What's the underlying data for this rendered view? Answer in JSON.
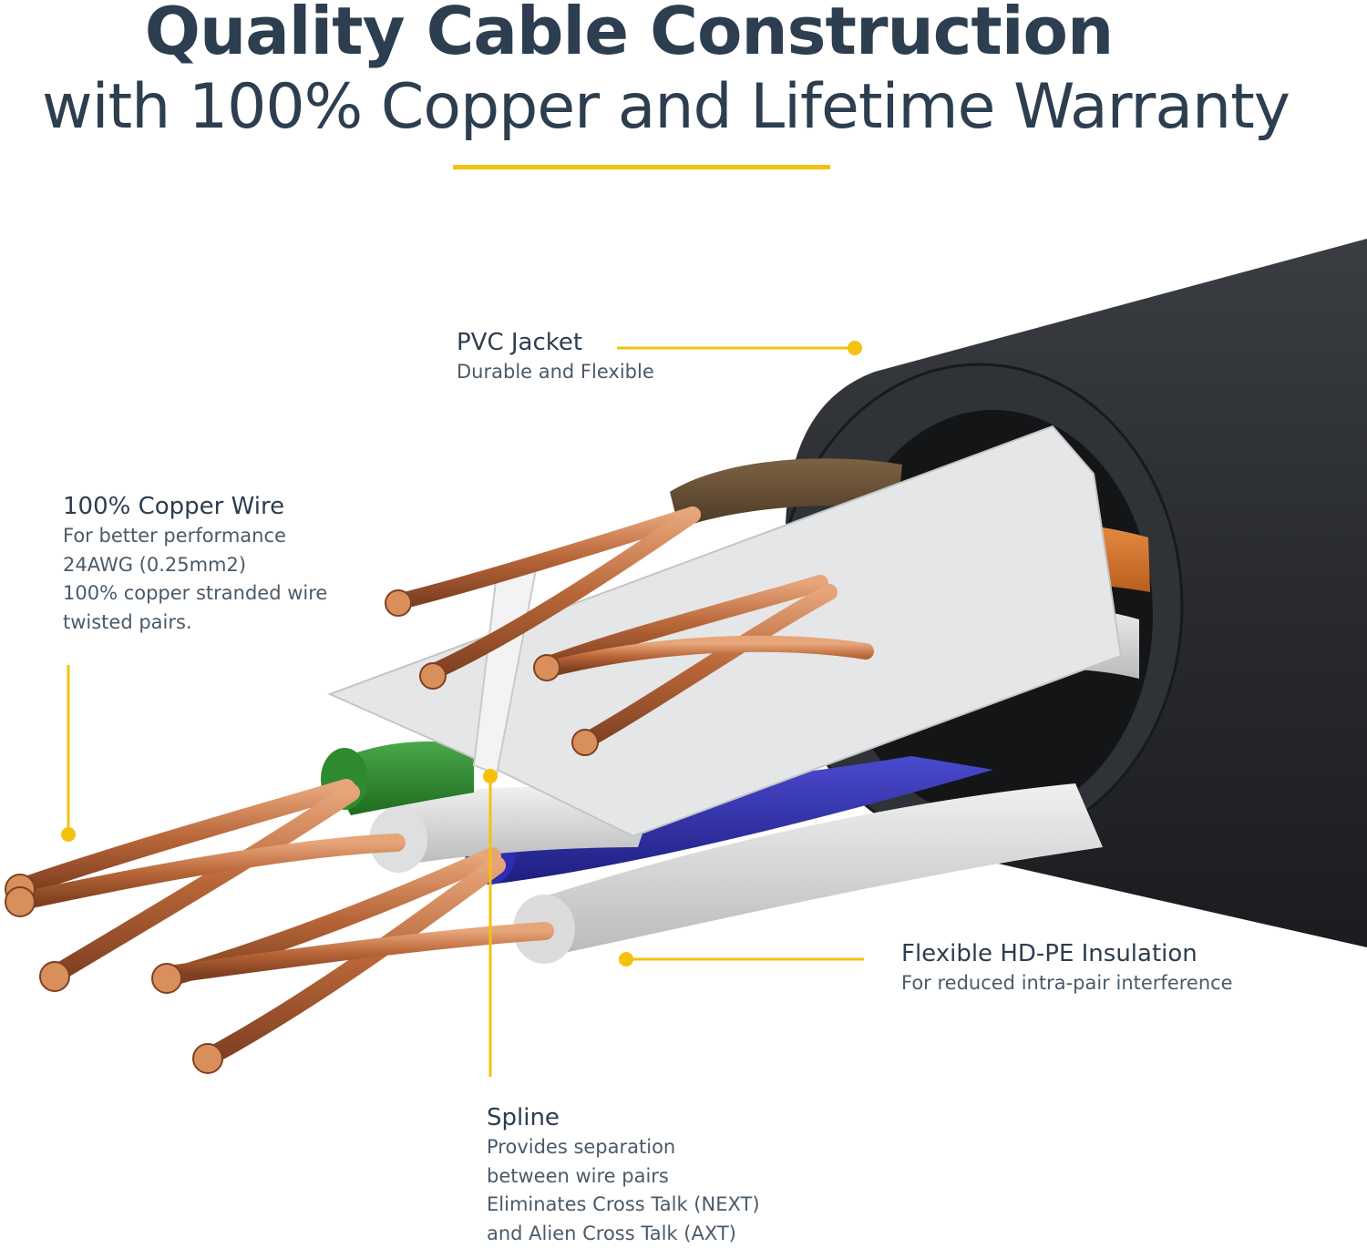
{
  "header": {
    "title": "Quality Cable Construction",
    "subtitle": "with 100% Copper and Lifetime Warranty"
  },
  "colors": {
    "accent": "#f4c20d",
    "text": "#2c3e4f",
    "jacket": "#2b2e33",
    "copper": "#c7744a",
    "spline": "#e4e5e6",
    "orange_insulation": "#d9782f",
    "brown_insulation": "#6b5238",
    "green_insulation": "#2f8a2f",
    "blue_insulation": "#2f2fa8",
    "white_insulation": "#d9dadb"
  },
  "callouts": {
    "jacket": {
      "heading": "PVC Jacket",
      "lines": [
        "Durable and Flexible"
      ]
    },
    "copper": {
      "heading": "100% Copper Wire",
      "lines": [
        "For better performance",
        "24AWG (0.25mm2)",
        "100% copper stranded wire",
        "twisted pairs."
      ]
    },
    "insulation": {
      "heading": "Flexible HD-PE Insulation",
      "lines": [
        "For reduced intra-pair interference"
      ]
    },
    "spline": {
      "heading": "Spline",
      "lines": [
        "Provides separation",
        "between wire pairs",
        "Eliminates Cross Talk (NEXT)",
        "and Alien Cross Talk (AXT)"
      ]
    }
  }
}
